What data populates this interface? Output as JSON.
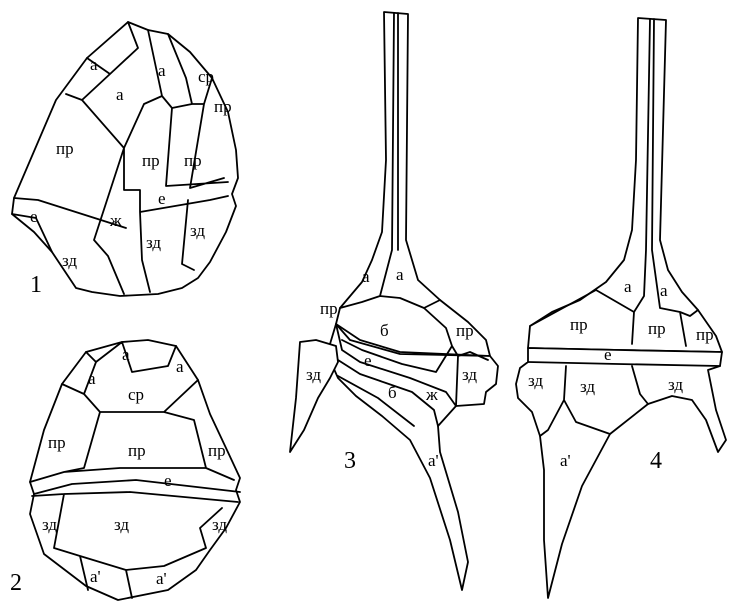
{
  "figures": [
    {
      "number": "1",
      "labels": [
        "а",
        "а",
        "а",
        "ср",
        "пр",
        "пр",
        "пр",
        "пр",
        "е",
        "е",
        "ж",
        "зд",
        "зд",
        "зд"
      ]
    },
    {
      "number": "2",
      "labels": [
        "а",
        "а",
        "а",
        "ср",
        "пр",
        "пр",
        "пр",
        "е",
        "зд",
        "зд",
        "зд",
        "а'",
        "а'"
      ]
    },
    {
      "number": "3",
      "labels": [
        "а",
        "а",
        "пр",
        "б",
        "пр",
        "е",
        "зд",
        "б",
        "ж",
        "зд",
        "а'"
      ]
    },
    {
      "number": "4",
      "labels": [
        "а",
        "а",
        "пр",
        "пр",
        "пр",
        "е",
        "зд",
        "зд",
        "зд",
        "а'"
      ]
    }
  ]
}
